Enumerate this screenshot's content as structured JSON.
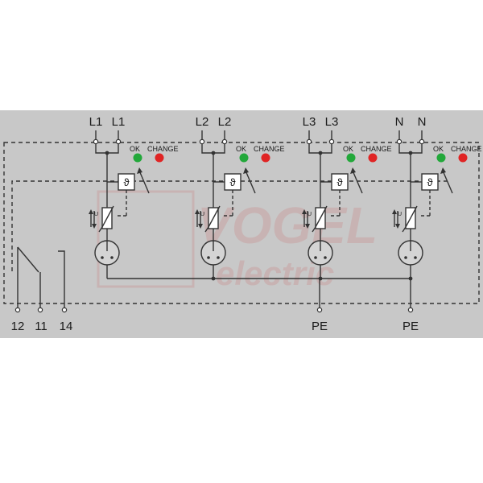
{
  "terminals": {
    "top": [
      "L1",
      "L1",
      "L2",
      "L2",
      "L3",
      "L3",
      "N",
      "N"
    ],
    "bottom_contacts": [
      "12",
      "11",
      "14"
    ],
    "pe": [
      "PE",
      "PE"
    ]
  },
  "indicators": {
    "ok_label": "OK",
    "change_label": "CHANGE",
    "ok_color": "#22a83a",
    "change_color": "#e02424"
  },
  "thermal_symbol": "ϑ",
  "varistor_symbol": "U",
  "watermark": {
    "brand": "VOGEL",
    "sub": "electric"
  },
  "colors": {
    "panel": "#c8c8c8",
    "line": "#333333"
  }
}
